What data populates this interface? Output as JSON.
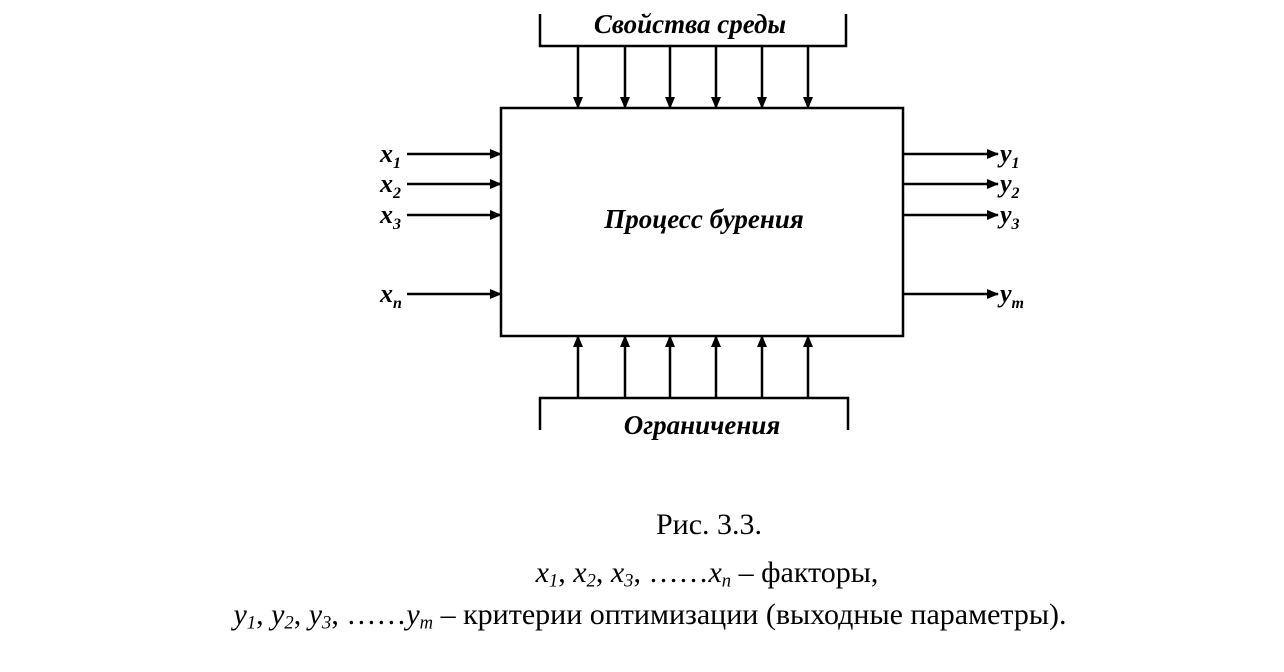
{
  "diagram": {
    "top_label": "Свойства среды",
    "center_label": "Процесс бурения",
    "bottom_label": "Ограничения",
    "inputs": [
      {
        "var": "x",
        "sub": "1"
      },
      {
        "var": "x",
        "sub": "2"
      },
      {
        "var": "x",
        "sub": "3"
      },
      {
        "var": "x",
        "sub": "n"
      }
    ],
    "outputs": [
      {
        "var": "y",
        "sub": "1"
      },
      {
        "var": "y",
        "sub": "2"
      },
      {
        "var": "y",
        "sub": "3"
      },
      {
        "var": "y",
        "sub": "m"
      }
    ]
  },
  "caption": {
    "title": "Рис. 3.3.",
    "line1": {
      "vars": [
        {
          "var": "x",
          "sub": "1"
        },
        {
          "var": "x",
          "sub": "2"
        },
        {
          "var": "x",
          "sub": "3"
        }
      ],
      "dots": "……",
      "last": {
        "var": "x",
        "sub": "n"
      },
      "text": "– факторы,"
    },
    "line2": {
      "vars": [
        {
          "var": "y",
          "sub": "1"
        },
        {
          "var": "y",
          "sub": "2"
        },
        {
          "var": "y",
          "sub": "3"
        }
      ],
      "dots": "……",
      "last": {
        "var": "y",
        "sub": "m"
      },
      "text": "– критерии оптимизации (выходные параметры)."
    }
  }
}
